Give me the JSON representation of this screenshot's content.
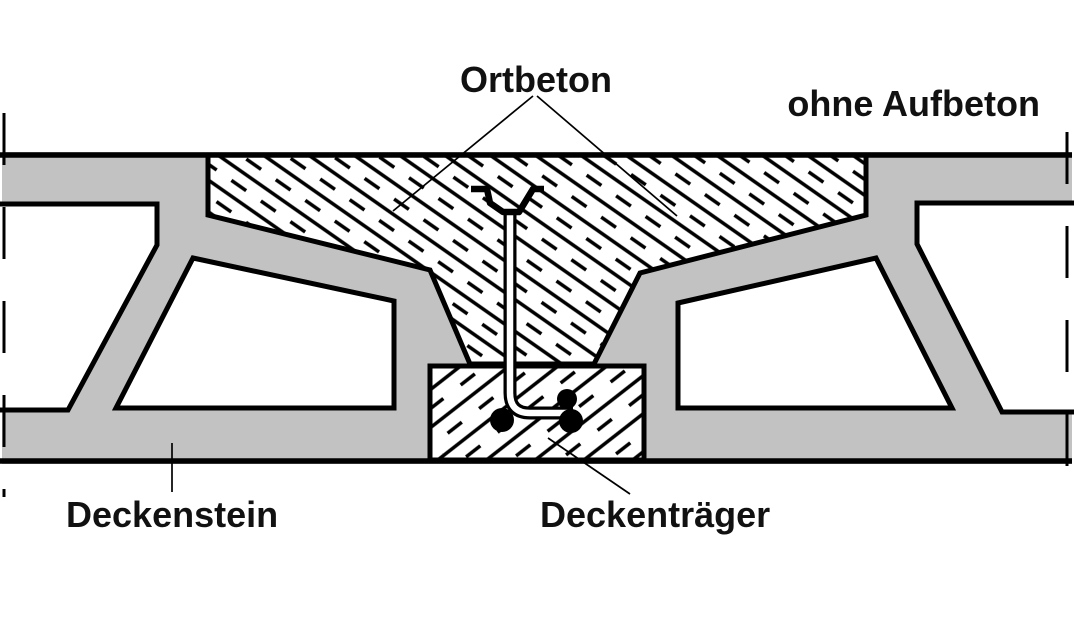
{
  "labels": {
    "ortbeton": "Ortbeton",
    "ohne_aufbeton": "ohne Aufbeton",
    "deckenstein": "Deckenstein",
    "deckentraeger": "Deckenträger"
  },
  "colors": {
    "block_gray": "#c2c2c2",
    "line_black": "#000000",
    "background": "#ffffff"
  }
}
